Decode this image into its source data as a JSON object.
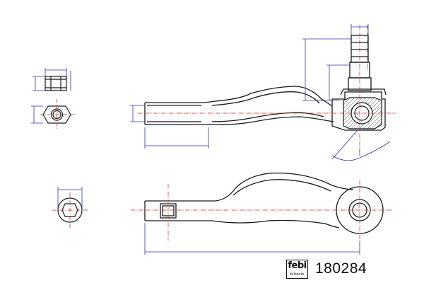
{
  "brand": {
    "name": "febi",
    "sub": "bilstein"
  },
  "part_number": "180284",
  "colors": {
    "outline": "#1a1a1a",
    "dimension": "#3333aa",
    "centerline": "#cc2222"
  },
  "icons": {
    "logo": "febi-bilstein-logo"
  }
}
